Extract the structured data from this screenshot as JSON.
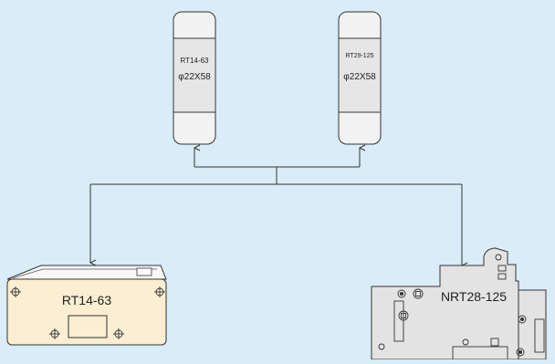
{
  "colors": {
    "background": "#d9ecf7",
    "line": "#333333",
    "fuse_cap": "#f4f4f4",
    "fuse_body": "#e6e6e6",
    "base_cream": "#fbeed2",
    "base_grey": "#e3e3e3"
  },
  "fuses": [
    {
      "model": "RT14-63",
      "size": "φ22X58"
    },
    {
      "model": "RT29-125",
      "size": "φ22X58"
    }
  ],
  "bases": [
    {
      "label": "RT14-63"
    },
    {
      "label": "NRT28-125"
    }
  ]
}
